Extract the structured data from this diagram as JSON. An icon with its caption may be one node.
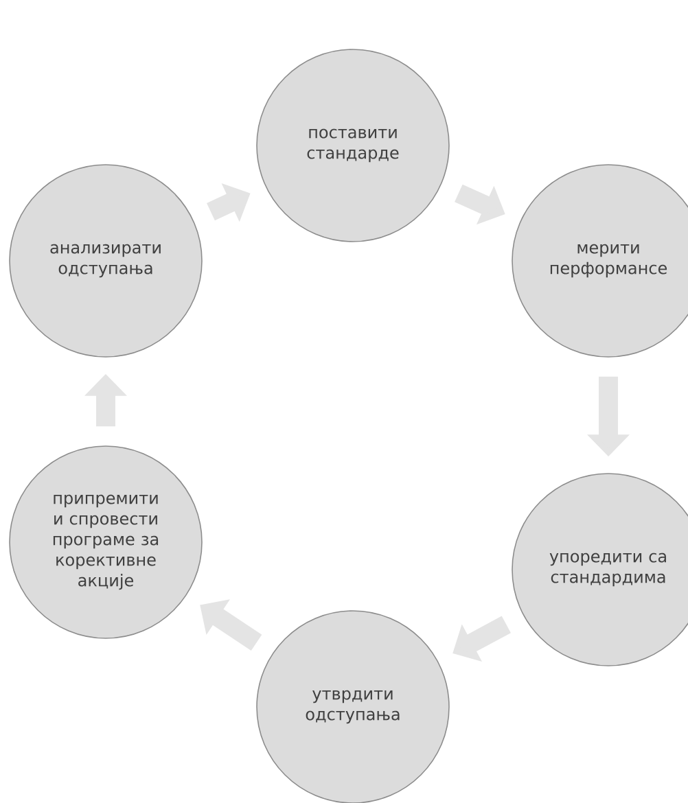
{
  "diagram": {
    "nodes": [
      {
        "text": [
          "поставити стандарде"
        ]
      },
      {
        "text": [
          "мерити перформансе"
        ]
      },
      {
        "text": [
          "упоредити са стандардима"
        ]
      },
      {
        "text": [
          "утврдити одступања"
        ]
      },
      {
        "text": [
          "припремити и спровести програме за корективне акције"
        ]
      },
      {
        "text": [
          "анализирати одступања"
        ]
      }
    ],
    "edges": [
      {
        "from": 0,
        "to": 1,
        "arrow": "to"
      },
      {
        "from": 1,
        "to": 2,
        "arrow": "to"
      },
      {
        "from": 2,
        "to": 3,
        "arrow": "to"
      },
      {
        "from": 3,
        "to": 4,
        "arrow": "to"
      },
      {
        "from": 4,
        "to": 5,
        "arrow": "to"
      },
      {
        "from": 5,
        "to": 0,
        "arrow": "to"
      }
    ]
  }
}
